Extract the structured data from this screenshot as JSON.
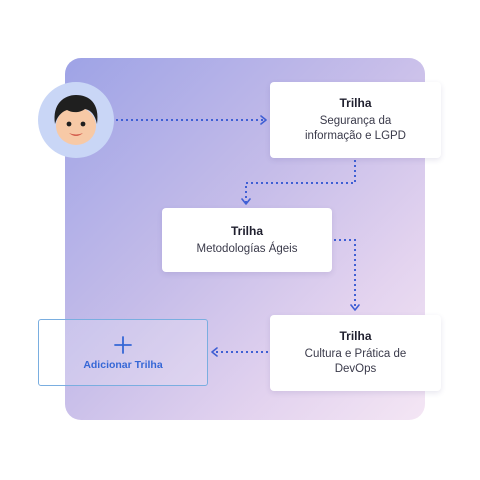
{
  "cards": [
    {
      "title": "Trilha",
      "description": "Segurança da informação e LGPD"
    },
    {
      "title": "Trilha",
      "description": "Metodologías Ágeis"
    },
    {
      "title": "Trilha",
      "description": "Cultura e Prática de DevOps"
    }
  ],
  "add_button": {
    "icon": "plus-icon",
    "label": "Adicionar Trilha"
  },
  "colors": {
    "accent": "#3567d6",
    "connector": "#3f5fd4",
    "panel_start": "#9ea3e6",
    "panel_end": "#f4e6f4",
    "avatar_bg": "#c9d6f6"
  }
}
